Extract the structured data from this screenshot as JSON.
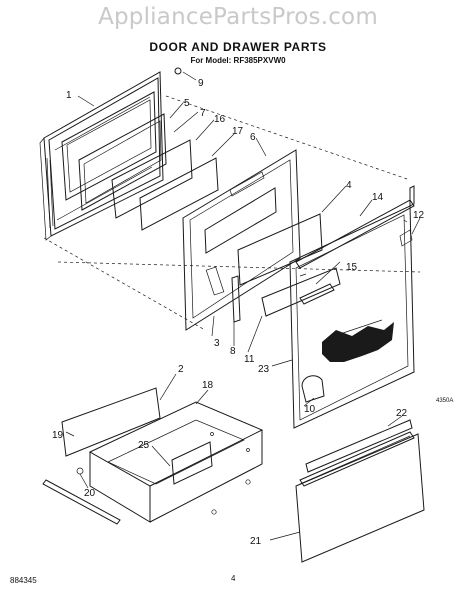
{
  "watermark": "AppliancePartsPros.com",
  "title": "DOOR AND DRAWER PARTS",
  "model_line": "For Model: RF385PXVW0",
  "footer": {
    "left_code": "884345",
    "page_number": "4",
    "figure_code": "4350A"
  },
  "part_labels": {
    "p1": "1",
    "p2": "2",
    "p3": "3",
    "p4": "4",
    "p5": "5",
    "p6": "6",
    "p7": "7",
    "p8": "8",
    "p9": "9",
    "p10": "10",
    "p11": "11",
    "p12": "12",
    "p14": "14",
    "p15": "15",
    "p16": "16",
    "p17": "17",
    "p18": "18",
    "p19": "19",
    "p20": "20",
    "p21": "21",
    "p22": "22",
    "p23": "23",
    "p25": "25"
  }
}
